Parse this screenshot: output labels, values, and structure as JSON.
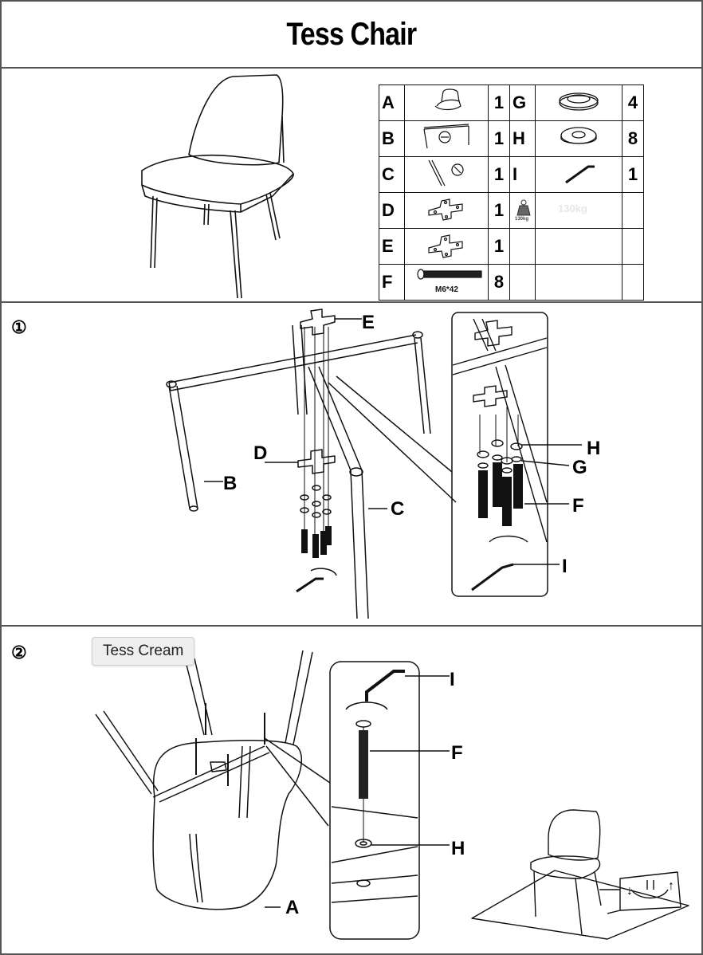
{
  "title": "Tess Chair",
  "parts": [
    {
      "letter": "A",
      "qty": "1",
      "icon": "seat-icon"
    },
    {
      "letter": "B",
      "qty": "1",
      "icon": "back-leg-frame-icon"
    },
    {
      "letter": "C",
      "qty": "1",
      "icon": "front-leg-frame-icon"
    },
    {
      "letter": "D",
      "qty": "1",
      "icon": "cross-bracket-icon"
    },
    {
      "letter": "E",
      "qty": "1",
      "icon": "cross-plate-icon"
    },
    {
      "letter": "F",
      "qty": "8",
      "icon": "bolt-icon",
      "caption": "M6*42"
    }
  ],
  "parts_right": [
    {
      "letter": "G",
      "qty": "4",
      "icon": "spring-washer-icon"
    },
    {
      "letter": "H",
      "qty": "8",
      "icon": "flat-washer-icon"
    },
    {
      "letter": "I",
      "qty": "1",
      "icon": "allen-key-icon"
    }
  ],
  "weight": {
    "icon": "weight-icon",
    "badge": "130kg",
    "text": "130kg"
  },
  "step1": {
    "number": "①",
    "labels": {
      "E": "E",
      "D": "D",
      "B": "B",
      "C": "C",
      "H": "H",
      "G": "G",
      "F": "F",
      "I": "I"
    }
  },
  "step2": {
    "number": "②",
    "labels": {
      "I": "I",
      "F": "F",
      "H": "H",
      "A": "A"
    }
  },
  "tooltip": "Tess Cream"
}
